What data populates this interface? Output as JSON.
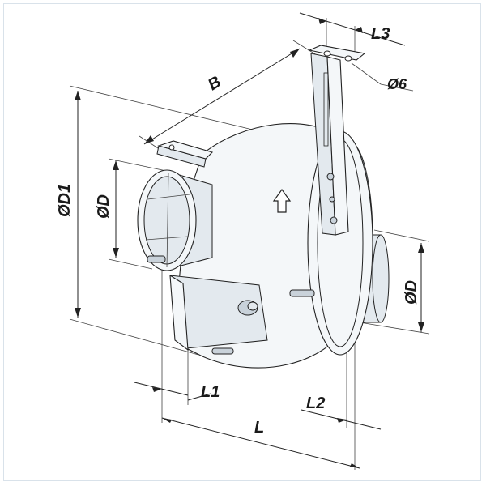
{
  "labels": {
    "d1": "ØD1",
    "d_left": "ØD",
    "d_right": "ØD",
    "b": "B",
    "l": "L",
    "l1": "L1",
    "l2": "L2",
    "l3": "L3",
    "hole": "Ø6"
  },
  "colors": {
    "line": "#222222",
    "body_fill": "#f4f7f9",
    "shade_fill": "#e3e9ee",
    "frame": "#d9e2ea"
  },
  "icons": {
    "airflow": "up-arrow-icon"
  }
}
